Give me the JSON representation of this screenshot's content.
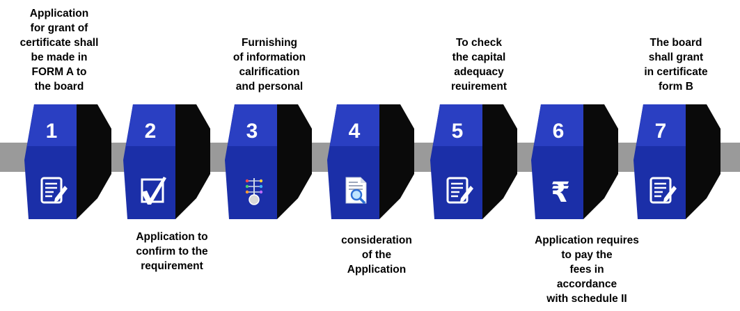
{
  "steps": [
    {
      "number": "1",
      "icon": "document-pencil-icon",
      "label_position": "top",
      "label_lines": [
        "Application",
        "for grant of",
        "certificate shall",
        "be made in",
        "FORM A to",
        "the board"
      ]
    },
    {
      "number": "2",
      "icon": "checkbox-checked-icon",
      "label_position": "bottom",
      "label_lines": [
        "Application to",
        "confirm to the",
        "requirement"
      ]
    },
    {
      "number": "3",
      "icon": "information-tree-icon",
      "label_position": "top",
      "label_lines": [
        "Furnishing",
        "of information",
        "calrification",
        "and personal"
      ]
    },
    {
      "number": "4",
      "icon": "document-magnifier-icon",
      "label_position": "bottom",
      "label_lines": [
        "consideration",
        "of the",
        "Application"
      ]
    },
    {
      "number": "5",
      "icon": "document-pencil-icon",
      "label_position": "top",
      "label_lines": [
        "To check",
        "the capital",
        "adequacy",
        "reuirement"
      ]
    },
    {
      "number": "6",
      "icon": "rupee-icon",
      "label_position": "bottom",
      "label_lines": [
        "Application requires",
        "to pay the",
        "fees in",
        "accordance",
        "with schedule II"
      ]
    },
    {
      "number": "7",
      "icon": "document-pencil-icon",
      "label_position": "top",
      "label_lines": [
        "The board",
        "shall grant",
        "in certificate",
        "form B"
      ]
    }
  ],
  "colors": {
    "block_front": "#1b2fa8",
    "block_top": "#2a3fc2",
    "block_side": "#0a0a0a",
    "band": "#9a9a9a",
    "text": "#000000",
    "number": "#ffffff"
  }
}
